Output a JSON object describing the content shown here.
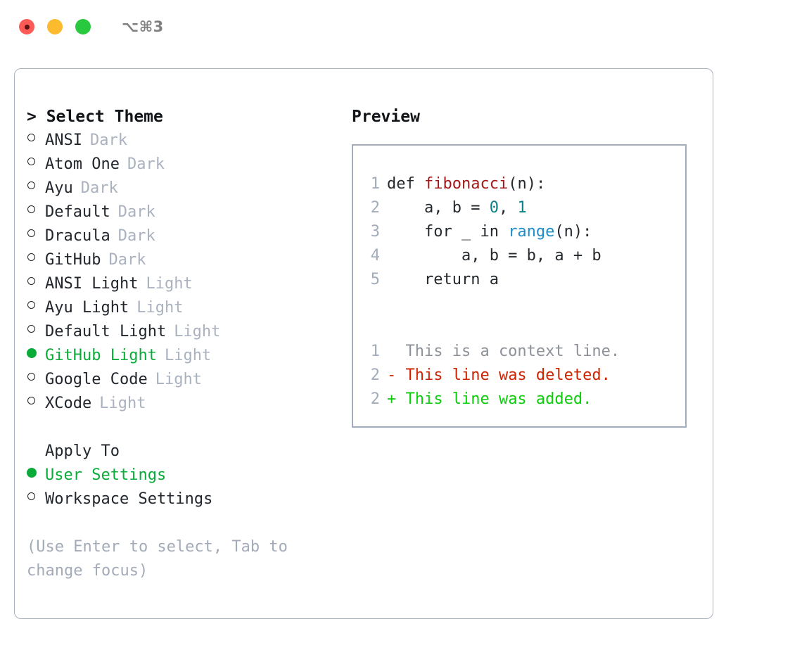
{
  "titlebar": {
    "shortcut": "⌥⌘3",
    "buttons": {
      "close": "close",
      "minimize": "minimize",
      "maximize": "maximize"
    }
  },
  "theme_picker": {
    "heading": "> Select Theme",
    "options": [
      {
        "name": "ANSI",
        "category": "Dark",
        "selected": false
      },
      {
        "name": "Atom One",
        "category": "Dark",
        "selected": false
      },
      {
        "name": "Ayu",
        "category": "Dark",
        "selected": false
      },
      {
        "name": "Default",
        "category": "Dark",
        "selected": false
      },
      {
        "name": "Dracula",
        "category": "Dark",
        "selected": false
      },
      {
        "name": "GitHub",
        "category": "Dark",
        "selected": false
      },
      {
        "name": "ANSI Light",
        "category": "Light",
        "selected": false
      },
      {
        "name": "Ayu Light",
        "category": "Light",
        "selected": false
      },
      {
        "name": "Default Light",
        "category": "Light",
        "selected": false
      },
      {
        "name": "GitHub Light",
        "category": "Light",
        "selected": true
      },
      {
        "name": "Google Code",
        "category": "Light",
        "selected": false
      },
      {
        "name": "XCode",
        "category": "Light",
        "selected": false
      }
    ]
  },
  "apply_to": {
    "heading": "Apply To",
    "options": [
      {
        "name": "User Settings",
        "selected": true
      },
      {
        "name": "Workspace Settings",
        "selected": false
      }
    ]
  },
  "hint": "(Use Enter to select, Tab to change focus)",
  "preview": {
    "heading": "Preview",
    "code_lines": [
      {
        "number": "1",
        "tokens": [
          {
            "text": "def ",
            "kind": "plain"
          },
          {
            "text": "fibonacci",
            "kind": "fn"
          },
          {
            "text": "(n):",
            "kind": "plain"
          }
        ]
      },
      {
        "number": "2",
        "tokens": [
          {
            "text": "    a, b = ",
            "kind": "plain"
          },
          {
            "text": "0",
            "kind": "num"
          },
          {
            "text": ", ",
            "kind": "plain"
          },
          {
            "text": "1",
            "kind": "num"
          }
        ]
      },
      {
        "number": "3",
        "tokens": [
          {
            "text": "    for _ in ",
            "kind": "plain"
          },
          {
            "text": "range",
            "kind": "call"
          },
          {
            "text": "(n):",
            "kind": "plain"
          }
        ]
      },
      {
        "number": "4",
        "tokens": [
          {
            "text": "        a, b = b, a + b",
            "kind": "plain"
          }
        ]
      },
      {
        "number": "5",
        "tokens": [
          {
            "text": "    return a",
            "kind": "plain"
          }
        ]
      }
    ],
    "diff_lines": [
      {
        "number": "1",
        "marker": " ",
        "text": "  This is a context line.",
        "kind": "context"
      },
      {
        "number": "2",
        "marker": "-",
        "text": " This line was deleted.",
        "kind": "deleted"
      },
      {
        "number": "2",
        "marker": "+",
        "text": " This line was added.",
        "kind": "added"
      }
    ]
  },
  "colors": {
    "selected_green": "#0bab3a",
    "category_gray": "#aab2bf",
    "hint_gray": "#a3abb8",
    "lineno_gray": "#a3acba",
    "fn_red": "#a3181a",
    "num_teal": "#0b8186",
    "call_blue": "#1d8ec7",
    "diff_context": "#8d9299",
    "diff_deleted": "#cc2300",
    "diff_added": "#0ccc0c",
    "panel_border": "#aab3c0",
    "traffic_close": "#fc5b57",
    "traffic_min": "#fcbb2e",
    "traffic_max": "#28c93f"
  }
}
